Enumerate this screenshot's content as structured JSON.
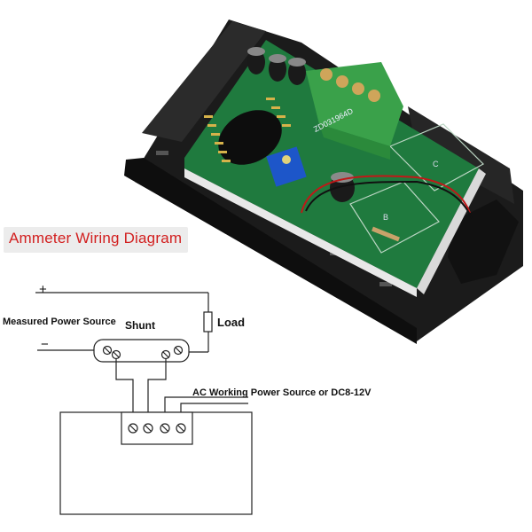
{
  "diagram": {
    "title": "Ammeter Wiring Diagram",
    "plus_sign": "+",
    "minus_sign": "−",
    "measured_source_label": "Measured Power Source",
    "shunt_label": "Shunt",
    "load_label": "Load",
    "power_source_label": "AC Working Power Source or DC8-12V"
  },
  "product_photo": {
    "board_marking": "ZD031964D",
    "pad_label_c": "C",
    "pad_label_b": "B"
  },
  "colors": {
    "title": "#d21f1f",
    "pcb": "#1f7a3e",
    "terminal_block": "#3aa14a",
    "case": "#1b1b1b",
    "trimmer": "#1d56c9"
  }
}
